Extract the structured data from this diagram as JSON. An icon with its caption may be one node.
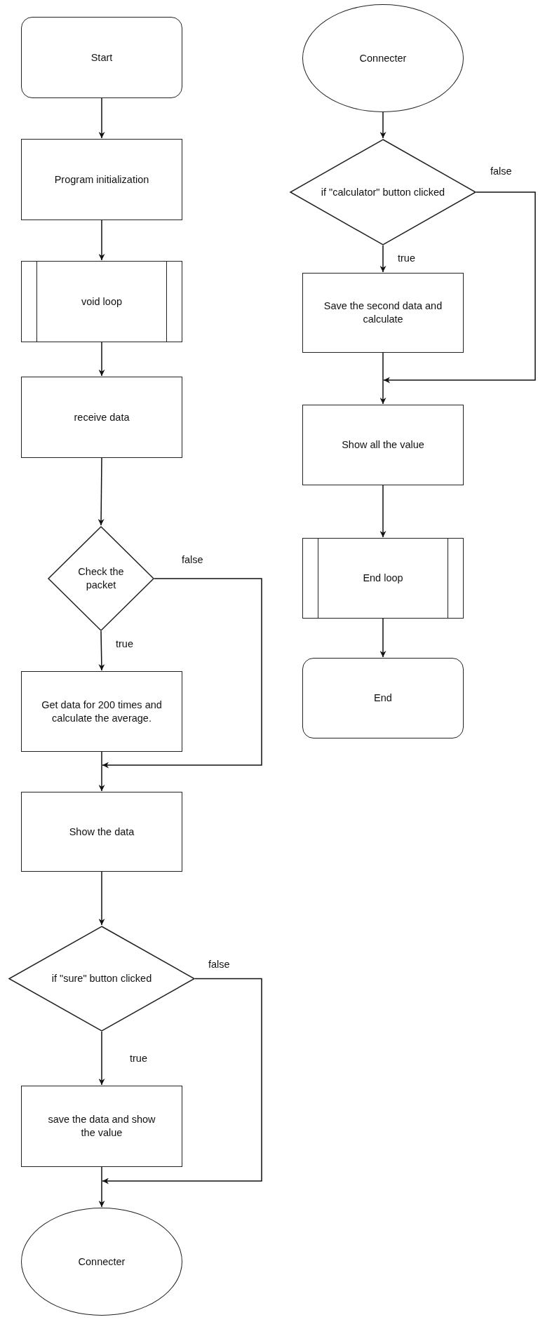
{
  "diagram": {
    "nodes": [
      {
        "text": [
          "Start"
        ]
      },
      {
        "text": [
          "Program initialization"
        ]
      },
      {
        "text": [
          "void loop"
        ]
      },
      {
        "text": [
          "receive data"
        ]
      },
      {
        "text": [
          "Check the packet"
        ]
      },
      {
        "text": [
          "Get data for 200 times and calculate the average."
        ]
      },
      {
        "text": [
          "Show the data"
        ]
      },
      {
        "text": [
          "if \"sure\" button clicked"
        ]
      },
      {
        "text": [
          "save the data and show the value"
        ]
      },
      {
        "text": [
          "Connecter"
        ]
      },
      {
        "text": [
          "Connecter"
        ]
      },
      {
        "text": [
          "if \"calculator\" button clicked"
        ]
      },
      {
        "text": [
          "Save the second data and calculate"
        ]
      },
      {
        "text": [
          "Show all the value"
        ]
      },
      {
        "text": [
          "End loop"
        ]
      },
      {
        "text": [
          "End"
        ]
      }
    ],
    "edges": [
      {
        "from": 0,
        "to": 1,
        "arrow": "to"
      },
      {
        "from": 1,
        "to": 2,
        "arrow": "to"
      },
      {
        "from": 2,
        "to": 3,
        "arrow": "to"
      },
      {
        "from": 3,
        "to": 4,
        "arrow": "to"
      },
      {
        "from": 4,
        "to": 5,
        "arrow": "to",
        "label": "true"
      },
      {
        "from": 4,
        "to": 6,
        "arrow": "to",
        "label": "false"
      },
      {
        "from": 5,
        "to": 6,
        "arrow": "to"
      },
      {
        "from": 6,
        "to": 7,
        "arrow": "to"
      },
      {
        "from": 7,
        "to": 8,
        "arrow": "to",
        "label": "true"
      },
      {
        "from": 7,
        "to": 9,
        "arrow": "to",
        "label": "false"
      },
      {
        "from": 8,
        "to": 9,
        "arrow": "to"
      },
      {
        "from": 10,
        "to": 11,
        "arrow": "to"
      },
      {
        "from": 11,
        "to": 12,
        "arrow": "to",
        "label": "true"
      },
      {
        "from": 11,
        "to": 13,
        "arrow": "to",
        "label": "false"
      },
      {
        "from": 12,
        "to": 13,
        "arrow": "to"
      },
      {
        "from": 13,
        "to": 14,
        "arrow": "to"
      },
      {
        "from": 14,
        "to": 15,
        "arrow": "to"
      }
    ]
  }
}
